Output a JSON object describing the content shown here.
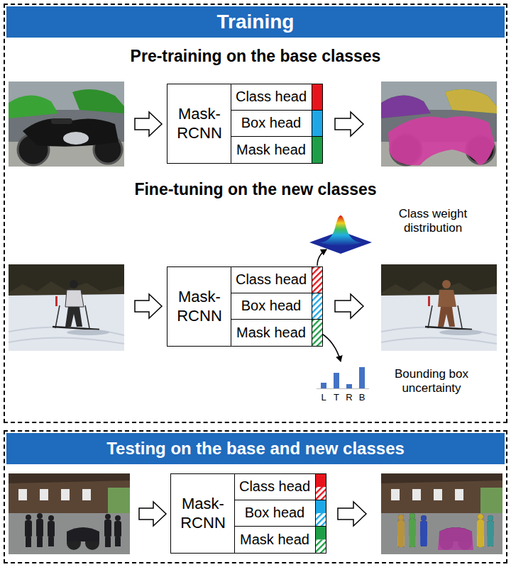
{
  "diagram": {
    "nodes": [
      {
        "text": [
          "Training"
        ]
      },
      {
        "text": [
          "Mask- RCNN"
        ],
        "in": 0
      },
      {
        "text": [
          "Class head"
        ],
        "in": 1
      },
      {
        "text": [
          "Box head"
        ],
        "in": 1
      },
      {
        "text": [
          "Mask head"
        ],
        "in": 1
      },
      {
        "text": [
          "Mask- RCNN"
        ],
        "in": 0
      },
      {
        "text": [
          "Class head"
        ],
        "in": 5
      },
      {
        "text": [
          "Box head"
        ],
        "in": 5
      },
      {
        "text": [
          "Mask head"
        ],
        "in": 5
      },
      {
        "text": [
          "Testing on the base and new classes"
        ]
      },
      {
        "text": [
          "Mask- RCNN"
        ],
        "in": 9
      },
      {
        "text": [
          "Class head"
        ],
        "in": 10
      },
      {
        "text": [
          "Box head"
        ],
        "in": 10
      },
      {
        "text": [
          "Mask head"
        ],
        "in": 10
      }
    ],
    "labels": [
      "Pre-training on the base classes",
      "Fine-tuning on the new classes",
      "Class weight distribution",
      "Bounding box uncertainty",
      "L",
      "T",
      "R",
      "B"
    ]
  }
}
